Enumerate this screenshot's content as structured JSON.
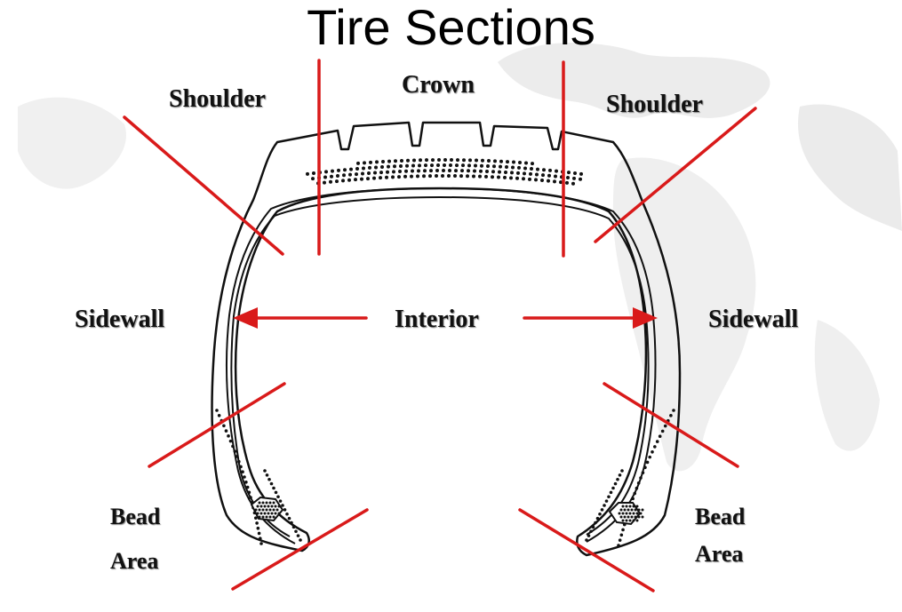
{
  "title": "Tire Sections",
  "labels": {
    "crown": "Crown",
    "shoulder_left": "Shoulder",
    "shoulder_right": "Shoulder",
    "sidewall_left": "Sidewall",
    "sidewall_right": "Sidewall",
    "interior": "Interior",
    "bead_left_line1": "Bead",
    "bead_left_line2": "Area",
    "bead_right_line1": "Bead",
    "bead_right_line2": "Area"
  },
  "colors": {
    "pointer": "#d91a1a",
    "outline": "#111111",
    "map": "#ececec"
  }
}
